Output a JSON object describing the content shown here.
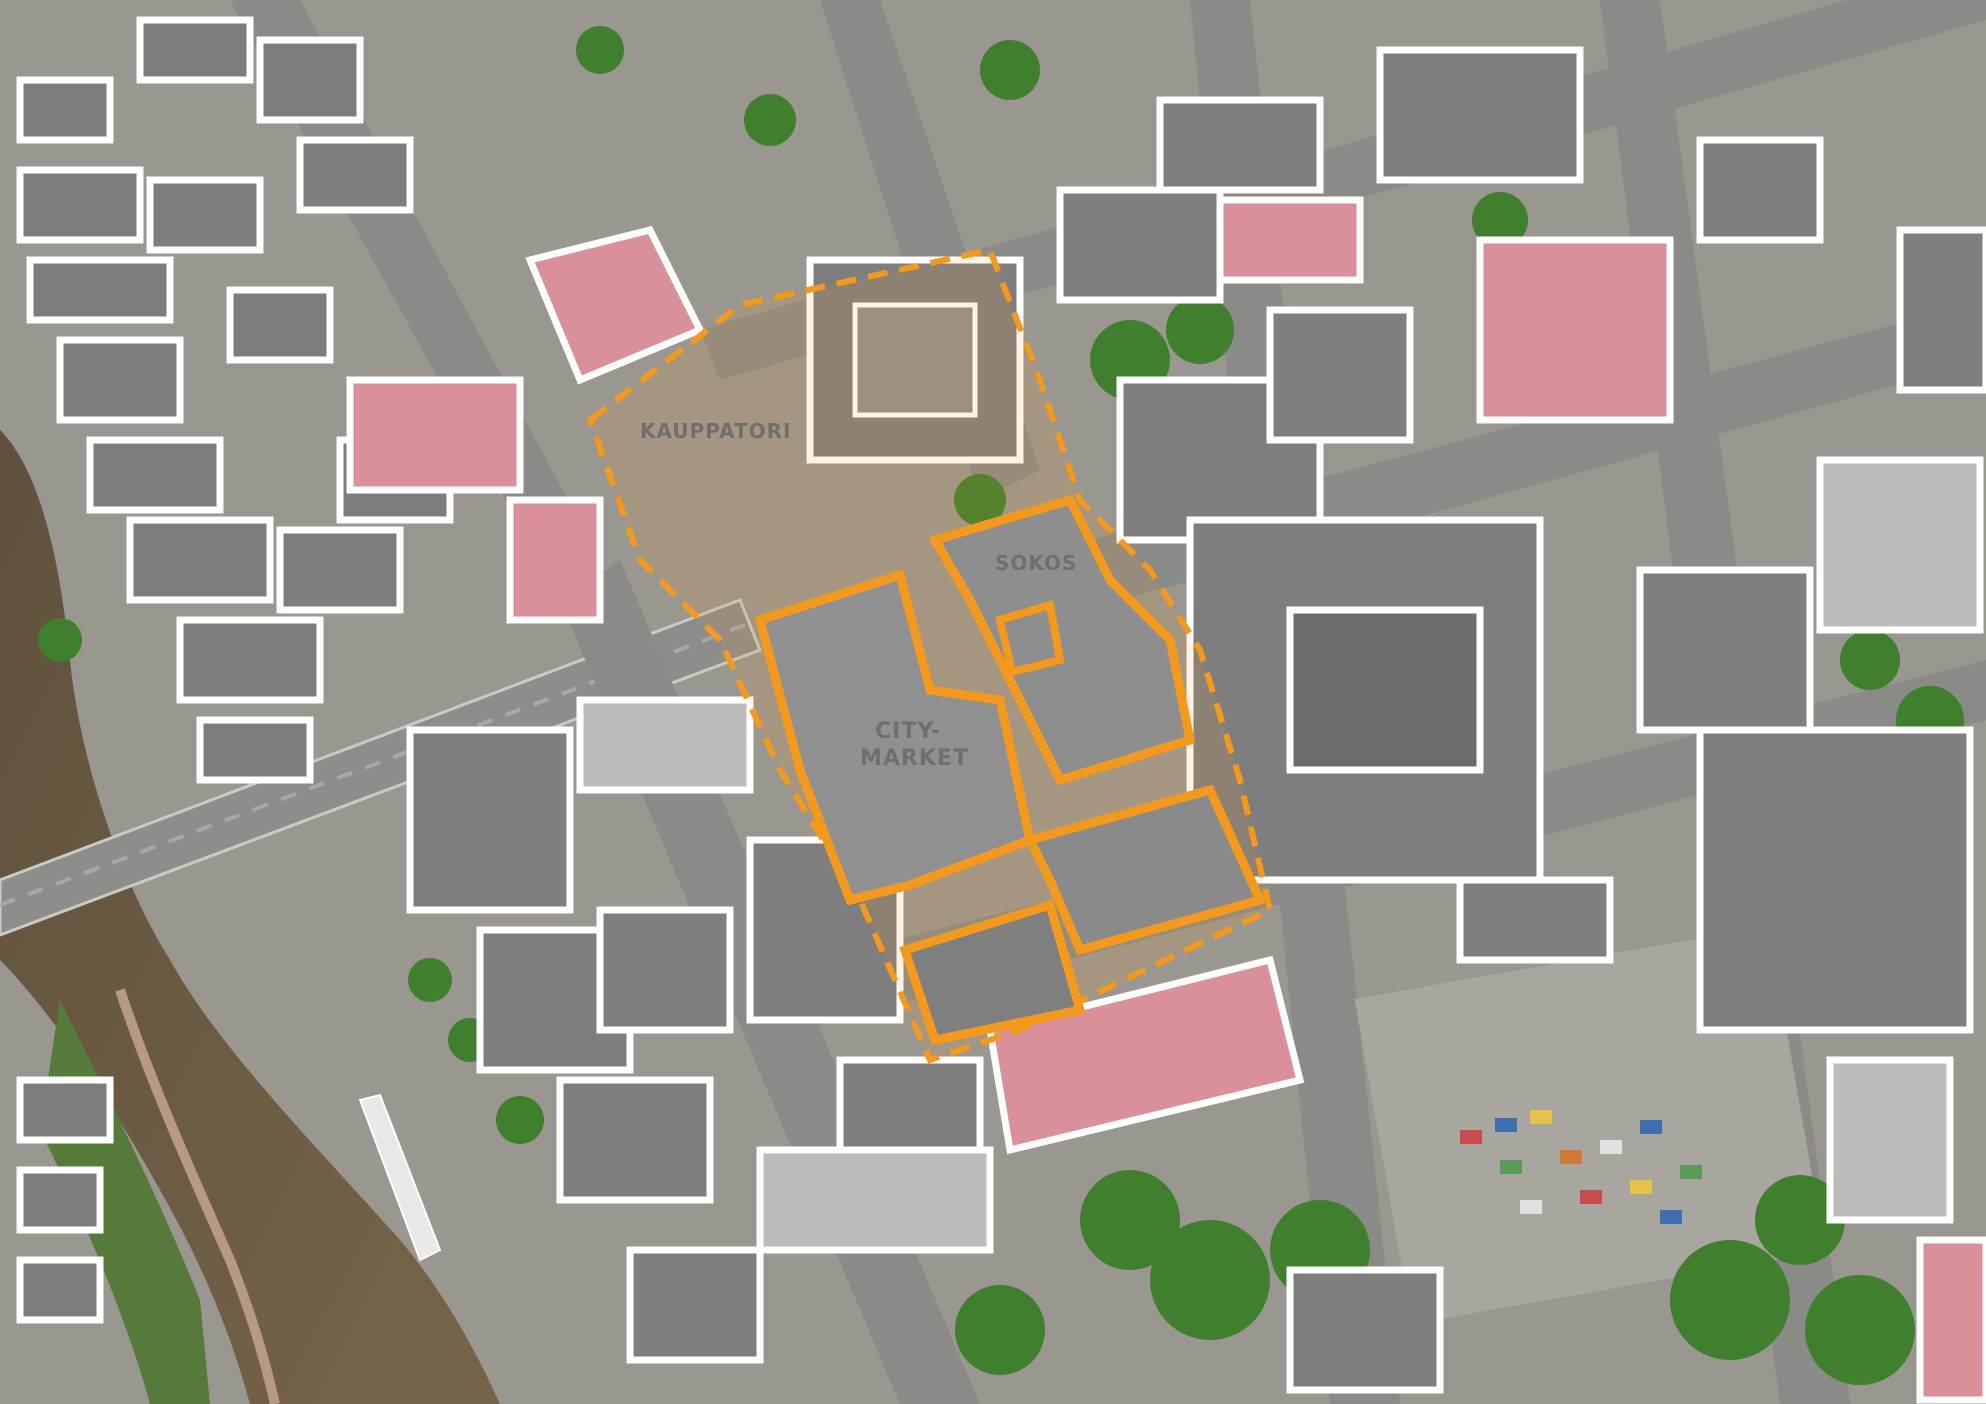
{
  "map": {
    "labels": {
      "north_zone": "KAUPPATORI",
      "block_ne": "SOKOS",
      "citymarket_line1": "CITY-",
      "citymarket_line2": "MARKET"
    },
    "colors": {
      "highlight": "#f39a1e",
      "building_outline": "#ffffff",
      "river": "#6b5a42",
      "road": "#8a8a86",
      "roof": "#7e7e7e",
      "roof_pink": "#d9909a",
      "vegetation": "#3f7f2e"
    }
  }
}
